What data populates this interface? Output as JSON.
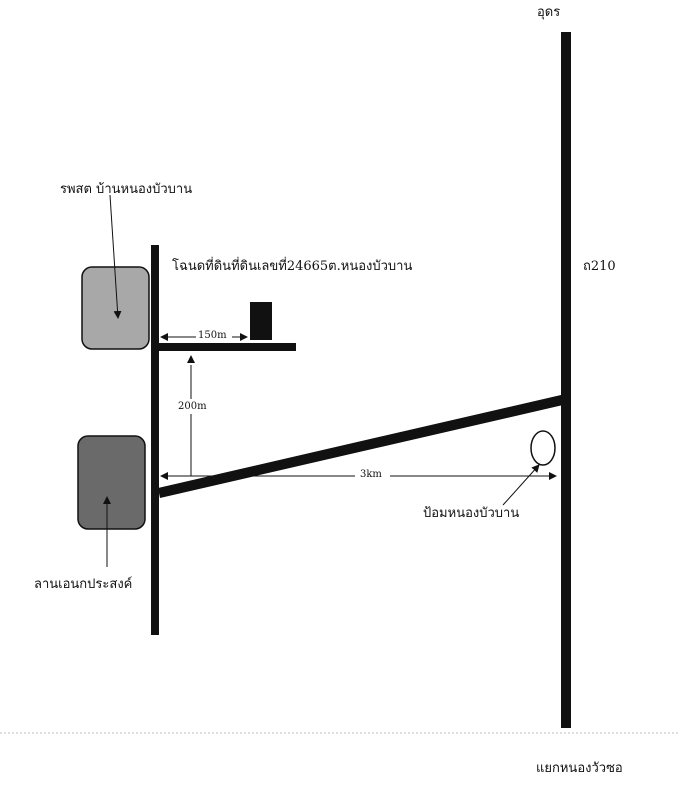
{
  "labels": {
    "north": "อุดร",
    "south": "แยกหนองวัวซอ",
    "road_number": "ถ210",
    "hospital": "รพสต บ้านหนองบัวบาน",
    "land_plot": "โฉนดที่ดินที่ดินเลขที่24665ต.หนองบัวบาน",
    "multipurpose_yard": "ลานเอนกประสงค์",
    "police_box": "ป้อมหนองบัวบาน",
    "dist_150": "150m",
    "dist_200": "200m",
    "dist_3km": "3km"
  },
  "colors": {
    "road": "#111111",
    "hospital_fill": "#a8a8a8",
    "yard_fill": "#6a6a6a",
    "plot_fill": "#111111"
  }
}
